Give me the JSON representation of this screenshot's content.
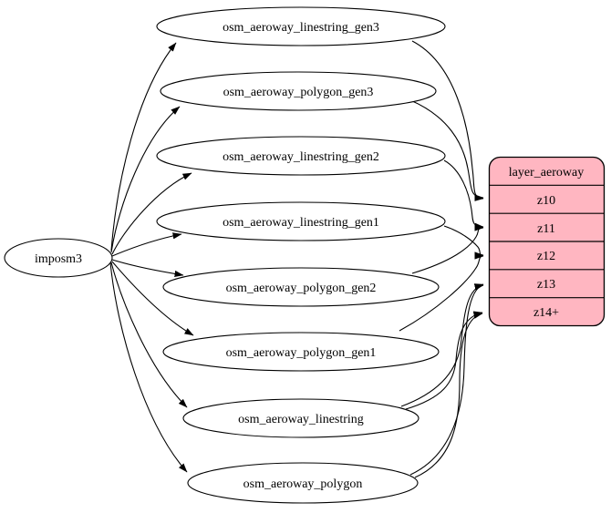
{
  "diagram": {
    "kind": "etl-graph",
    "source_node": {
      "label": "imposm3"
    },
    "tables": [
      {
        "label": "osm_aeroway_linestring_gen3"
      },
      {
        "label": "osm_aeroway_polygon_gen3"
      },
      {
        "label": "osm_aeroway_linestring_gen2"
      },
      {
        "label": "osm_aeroway_linestring_gen1"
      },
      {
        "label": "osm_aeroway_polygon_gen2"
      },
      {
        "label": "osm_aeroway_polygon_gen1"
      },
      {
        "label": "osm_aeroway_linestring"
      },
      {
        "label": "osm_aeroway_polygon"
      }
    ],
    "layer": {
      "title": "layer_aeroway",
      "zoom_levels": [
        "z10",
        "z11",
        "z12",
        "z13",
        "z14+"
      ]
    },
    "edges": [
      {
        "from": "imposm3",
        "to": "osm_aeroway_linestring_gen3"
      },
      {
        "from": "imposm3",
        "to": "osm_aeroway_polygon_gen3"
      },
      {
        "from": "imposm3",
        "to": "osm_aeroway_linestring_gen2"
      },
      {
        "from": "imposm3",
        "to": "osm_aeroway_linestring_gen1"
      },
      {
        "from": "imposm3",
        "to": "osm_aeroway_polygon_gen2"
      },
      {
        "from": "imposm3",
        "to": "osm_aeroway_polygon_gen1"
      },
      {
        "from": "imposm3",
        "to": "osm_aeroway_linestring"
      },
      {
        "from": "imposm3",
        "to": "osm_aeroway_polygon"
      },
      {
        "from": "osm_aeroway_linestring_gen3",
        "to": "layer_aeroway.z10"
      },
      {
        "from": "osm_aeroway_polygon_gen3",
        "to": "layer_aeroway.z10"
      },
      {
        "from": "osm_aeroway_linestring_gen2",
        "to": "layer_aeroway.z11"
      },
      {
        "from": "osm_aeroway_polygon_gen2",
        "to": "layer_aeroway.z11"
      },
      {
        "from": "osm_aeroway_linestring_gen1",
        "to": "layer_aeroway.z12"
      },
      {
        "from": "osm_aeroway_polygon_gen1",
        "to": "layer_aeroway.z12"
      },
      {
        "from": "osm_aeroway_linestring",
        "to": "layer_aeroway.z13"
      },
      {
        "from": "osm_aeroway_polygon",
        "to": "layer_aeroway.z13"
      },
      {
        "from": "osm_aeroway_linestring",
        "to": "layer_aeroway.z14+"
      },
      {
        "from": "osm_aeroway_polygon",
        "to": "layer_aeroway.z14+"
      }
    ],
    "colors": {
      "layer_fill": "#ffb6c1",
      "table_fill": "#ffffff",
      "stroke": "#000000",
      "background": "#ffffff"
    }
  }
}
